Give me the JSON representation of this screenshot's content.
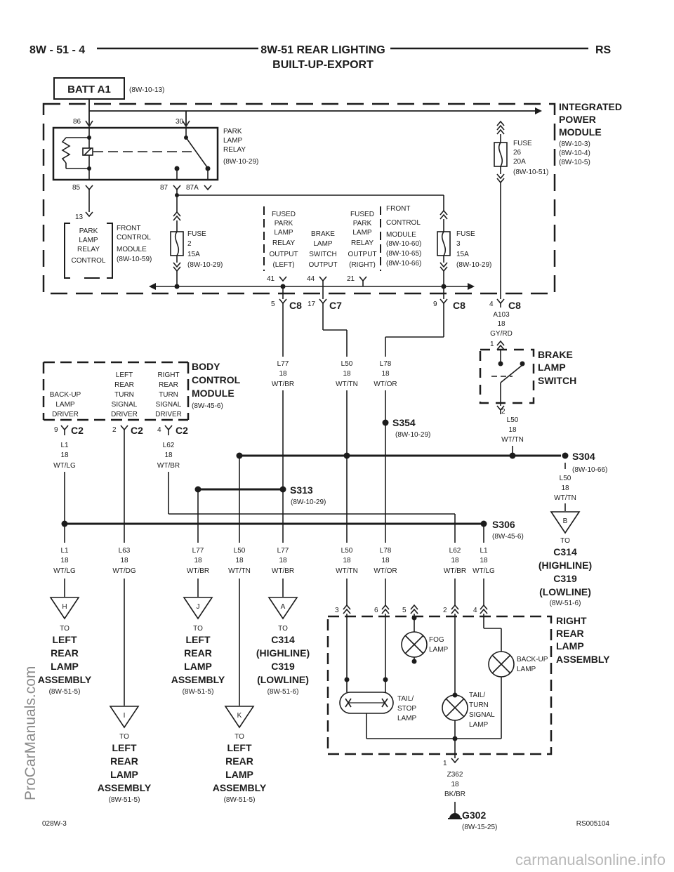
{
  "header": {
    "page_ref": "8W - 51 - 4",
    "title_line1": "8W-51 REAR LIGHTING",
    "title_line2": "BUILT-UP-EXPORT",
    "model_code": "RS"
  },
  "battery": {
    "label": "BATT A1",
    "ref": "(8W-10-13)"
  },
  "ipm": {
    "name_lines": [
      "INTEGRATED",
      "POWER",
      "MODULE"
    ],
    "refs": [
      "(8W-10-3)",
      "(8W-10-4)",
      "(8W-10-5)"
    ],
    "relay": {
      "lines": [
        "PARK",
        "LAMP",
        "RELAY",
        "(8W-10-29)"
      ],
      "pins": [
        "86",
        "30",
        "85",
        "87",
        "87A"
      ]
    },
    "fuse26": [
      "FUSE",
      "26",
      "20A",
      "(8W-10-51)"
    ],
    "fuse2": [
      "FUSE",
      "2",
      "15A",
      "(8W-10-29)"
    ],
    "fuse3": [
      "FUSE",
      "3",
      "15A",
      "(8W-10-29)"
    ]
  },
  "fcm": {
    "pin13": "13",
    "box_left": [
      "PARK",
      "LAMP",
      "RELAY",
      "CONTROL"
    ],
    "label_left": [
      "FRONT",
      "CONTROL",
      "MODULE",
      "(8W-10-59)"
    ],
    "out_left": [
      "FUSED",
      "PARK",
      "LAMP",
      "RELAY",
      "OUTPUT",
      "(LEFT)"
    ],
    "out_brake": [
      "BRAKE",
      "LAMP",
      "SWITCH",
      "OUTPUT"
    ],
    "out_right": [
      "FUSED",
      "PARK",
      "LAMP",
      "RELAY",
      "OUTPUT",
      "(RIGHT)"
    ],
    "label_right": [
      "FRONT",
      "CONTROL",
      "MODULE",
      "(8W-10-60)",
      "(8W-10-65)",
      "(8W-10-66)"
    ],
    "pins": [
      "41",
      "44",
      "21"
    ]
  },
  "connectors": {
    "c8_5": {
      "pin": "5",
      "name": "C8"
    },
    "c7_17": {
      "pin": "17",
      "name": "C7"
    },
    "c8_9": {
      "pin": "9",
      "name": "C8"
    },
    "c8_4": {
      "pin": "4",
      "name": "C8"
    },
    "c2_9": {
      "pin": "9",
      "name": "C2"
    },
    "c2_2": {
      "pin": "2",
      "name": "C2"
    },
    "c2_4": {
      "pin": "4",
      "name": "C2"
    }
  },
  "wires": {
    "a103": [
      "A103",
      "18",
      "GY/RD"
    ],
    "l77_top": [
      "L77",
      "18",
      "WT/BR"
    ],
    "l50_top": [
      "L50",
      "18",
      "WT/TN"
    ],
    "l78_top": [
      "L78",
      "18",
      "WT/OR"
    ],
    "l50_brake": [
      "L50",
      "18",
      "WT/TN"
    ],
    "l1_bcm": [
      "L1",
      "18",
      "WT/LG"
    ],
    "l62_bcm": [
      "L62",
      "18",
      "WT/BR"
    ],
    "l50_s304": [
      "L50",
      "18",
      "WT/TN"
    ],
    "bottom": [
      [
        "L1",
        "18",
        "WT/LG"
      ],
      [
        "L63",
        "18",
        "WT/DG"
      ],
      [
        "L77",
        "18",
        "WT/BR"
      ],
      [
        "L50",
        "18",
        "WT/TN"
      ],
      [
        "L77",
        "18",
        "WT/BR"
      ],
      [
        "L50",
        "18",
        "WT/TN"
      ],
      [
        "L78",
        "18",
        "WT/OR"
      ],
      [
        "L62",
        "18",
        "WT/BR"
      ],
      [
        "L1",
        "18",
        "WT/LG"
      ]
    ],
    "z362": [
      "Z362",
      "18",
      "BK/BR"
    ]
  },
  "brake_switch": {
    "name_lines": [
      "BRAKE",
      "LAMP",
      "SWITCH"
    ],
    "pin_top": "1",
    "pin_bottom": "2"
  },
  "bcm": {
    "name_lines": [
      "BODY",
      "CONTROL",
      "MODULE"
    ],
    "ref": "(8W-45-6)",
    "driver1": [
      "BACK-UP",
      "LAMP",
      "DRIVER"
    ],
    "driver2": [
      "LEFT",
      "REAR",
      "TURN",
      "SIGNAL",
      "DRIVER"
    ],
    "driver3": [
      "RIGHT",
      "REAR",
      "TURN",
      "SIGNAL",
      "DRIVER"
    ]
  },
  "splices": {
    "s354": {
      "name": "S354",
      "ref": "(8W-10-29)"
    },
    "s304": {
      "name": "S304",
      "ref": "(8W-10-66)"
    },
    "s313": {
      "name": "S313",
      "ref": "(8W-10-29)"
    },
    "s306": {
      "name": "S306",
      "ref": "(8W-45-6)"
    }
  },
  "destinations": {
    "B": {
      "letter": "B",
      "to": "TO",
      "lines": [
        "C314",
        "(HIGHLINE)",
        "C319",
        "(LOWLINE)"
      ],
      "ref": "(8W-51-6)"
    },
    "H": {
      "letter": "H",
      "to": "TO",
      "lines": [
        "LEFT",
        "REAR",
        "LAMP",
        "ASSEMBLY"
      ],
      "ref": "(8W-51-5)"
    },
    "J": {
      "letter": "J",
      "to": "TO",
      "lines": [
        "LEFT",
        "REAR",
        "LAMP",
        "ASSEMBLY"
      ],
      "ref": "(8W-51-5)"
    },
    "A": {
      "letter": "A",
      "to": "TO",
      "lines": [
        "C314",
        "(HIGHLINE)",
        "C319",
        "(LOWLINE)"
      ],
      "ref": "(8W-51-6)"
    },
    "I": {
      "letter": "I",
      "to": "TO",
      "lines": [
        "LEFT",
        "REAR",
        "LAMP",
        "ASSEMBLY"
      ],
      "ref": "(8W-51-5)"
    },
    "K": {
      "letter": "K",
      "to": "TO",
      "lines": [
        "LEFT",
        "REAR",
        "LAMP",
        "ASSEMBLY"
      ],
      "ref": "(8W-51-5)"
    }
  },
  "rear_lamp": {
    "name_lines": [
      "RIGHT",
      "REAR",
      "LAMP",
      "ASSEMBLY"
    ],
    "pins": [
      "3",
      "6",
      "5",
      "2",
      "4"
    ],
    "fog": [
      "FOG",
      "LAMP"
    ],
    "backup": [
      "BACK-UP",
      "LAMP"
    ],
    "tailstop": [
      "TAIL/",
      "STOP",
      "LAMP"
    ],
    "tailturn": [
      "TAIL/",
      "TURN",
      "SIGNAL",
      "LAMP"
    ],
    "pin1": "1"
  },
  "ground": {
    "name": "G302",
    "ref": "(8W-15-25)"
  },
  "footer": {
    "left_code": "028W-3",
    "right_code": "RS005104",
    "watermark_side": "ProCarManuals.com",
    "watermark_bottom": "carmanualsonline.info"
  }
}
